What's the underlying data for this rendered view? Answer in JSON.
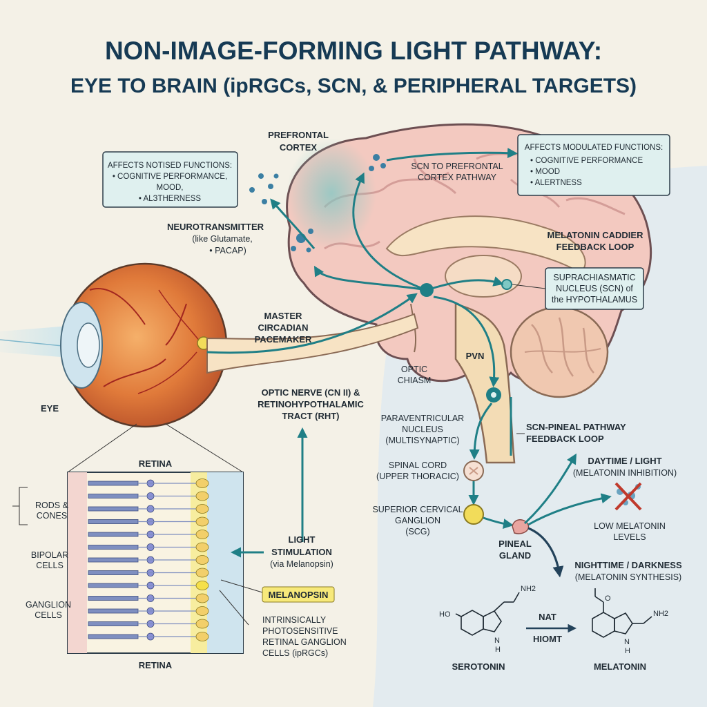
{
  "title": {
    "line1": "NON-IMAGE-FORMING LIGHT PATHWAY:",
    "line2": "EYE TO BRAIN (ipRGCs, SCN, & PERIPHERAL TARGETS)"
  },
  "brain": {
    "prefrontal_1": "PREFRONTAL",
    "prefrontal_2": "CORTEX",
    "scn_pfc_1": "SCN TO PREFRONTAL",
    "scn_pfc_2": "CORTEX PATHWAY",
    "melatonin_loop_1": "MELATONIN CADDIER",
    "melatonin_loop_2": "FEEDBACK LOOP",
    "scn_box_1": "SUPRACHIASMATIC",
    "scn_box_2": "NUCLEUS (SCN) of",
    "scn_box_3": "the HYPOTHALAMUS",
    "pvn": "PVN",
    "optic_chiasm_1": "OPTIC",
    "optic_chiasm_2": "CHIASM"
  },
  "box_left": {
    "heading": "AFFECTS NOTISED FUNCTIONS:",
    "item1": "• COGNITIVE PERFORMANCE,",
    "item2": "MOOD,",
    "item3": "• ALЗTHERNESS"
  },
  "box_right": {
    "heading": "AFFECTS MODULATED FUNCTIONS:",
    "item1": "• COGNITIVE PERFORMANCE",
    "item2": "• MOOD",
    "item3": "• ALERTNESS"
  },
  "neuro": {
    "line1": "NEUROTRANSMITTER",
    "line2": "(like Glutamate,",
    "line3": "• PACAP)"
  },
  "pacemaker": {
    "line1": "MASTER",
    "line2": "CIRCADIAN",
    "line3": "PACEMAKER"
  },
  "optic_nerve": {
    "line1": "OPTIC NERVE (CN II) &",
    "line2": "RETINOHYPOTHALAMIC",
    "line3": "TRACT (RHT)"
  },
  "eye_label": "EYE",
  "retina": {
    "top": "RETINA",
    "bottom": "RETINA",
    "rods_1": "RODS &",
    "rods_2": "CONES",
    "bipolar_1": "BIPOLAR",
    "bipolar_2": "CELLS",
    "ganglion_1": "GANGLION",
    "ganglion_2": "CELLS"
  },
  "light": {
    "line1": "LIGHT",
    "line2": "STIMULATION",
    "line3": "(via Melanopsin)"
  },
  "melanopsin": "MELANOPSIN",
  "iprgc": {
    "line1": "INTRINSICALLY",
    "line2": "PHOTOSENSITIVE",
    "line3": "RETINAL GANGLION",
    "line4": "CELLS (ipRGCs)"
  },
  "pathway": {
    "pvn_1": "PARAVENTRICULAR",
    "pvn_2": "NUCLEUS",
    "pvn_3": "(MULTISYNAPTIC)",
    "spinal_1": "SPINAL CORD",
    "spinal_2": "(UPPER THORACIC)",
    "scg_1": "SUPERIOR CERVICAL",
    "scg_2": "GANGLION",
    "scg_3": "(SCG)",
    "pineal_1": "PINEAL",
    "pineal_2": "GLAND",
    "scn_pineal_1": "SCN-PINEAL PATHWAY",
    "scn_pineal_2": "FEEDBACK LOOP"
  },
  "day": {
    "line1": "DAYTIME / LIGHT",
    "line2": "(MELATONIN INHIBITION)",
    "low_1": "LOW MELATONIN",
    "low_2": "LEVELS"
  },
  "night": {
    "line1": "NIGHTTIME / DARKNESS",
    "line2": "(MELATONIN SYNTHESIS)"
  },
  "chemistry": {
    "ho": "HO",
    "nh2_a": "NH2",
    "nh_a": "N",
    "h_a": "H",
    "enzyme1": "NAT",
    "enzyme2": "HIOMT",
    "o_top": "O",
    "nh2_b": "NH2",
    "nh_b": "N",
    "h_b": "H",
    "serotonin": "SEROTONIN",
    "melatonin": "MELATONIN"
  },
  "colors": {
    "title": "#163a54",
    "teal": "#1f7f86",
    "brain": "#f3c9c0",
    "yellow": "#f2dc5a",
    "background": "#f4f1e7"
  }
}
